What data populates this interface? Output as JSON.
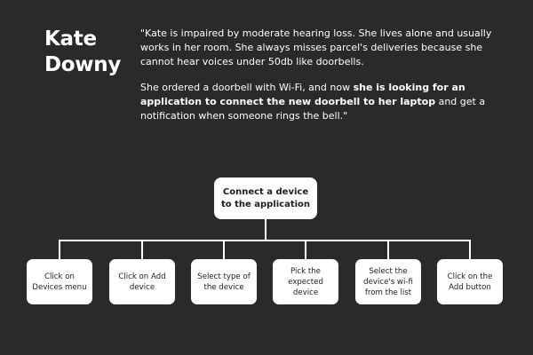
{
  "persona": {
    "first_name": "Kate",
    "last_name": "Downy"
  },
  "quote": {
    "paragraph1": "\"Kate is impaired by moderate hearing loss. She lives alone and usually works in her room. She always misses parcel's deliveries because she cannot hear voices under 50db like doorbells.",
    "paragraph2_pre": "She ordered a doorbell with Wi-Fi, and now ",
    "paragraph2_bold": "she is looking for an application to connect the new doorbell to her laptop",
    "paragraph2_post": " and get a notification when someone rings the bell.\""
  },
  "flow": {
    "root": "Connect a device to the application",
    "steps": [
      "Click on Devices menu",
      "Click on Add device",
      "Select type of the device",
      "Pick the expected device",
      "Select the device's wi-fi from the list",
      "Click on the Add button"
    ]
  },
  "colors": {
    "background": "#2b2a2a",
    "node_fill": "#ffffff",
    "node_text": "#1e1e1e",
    "connector": "#ffffff"
  }
}
